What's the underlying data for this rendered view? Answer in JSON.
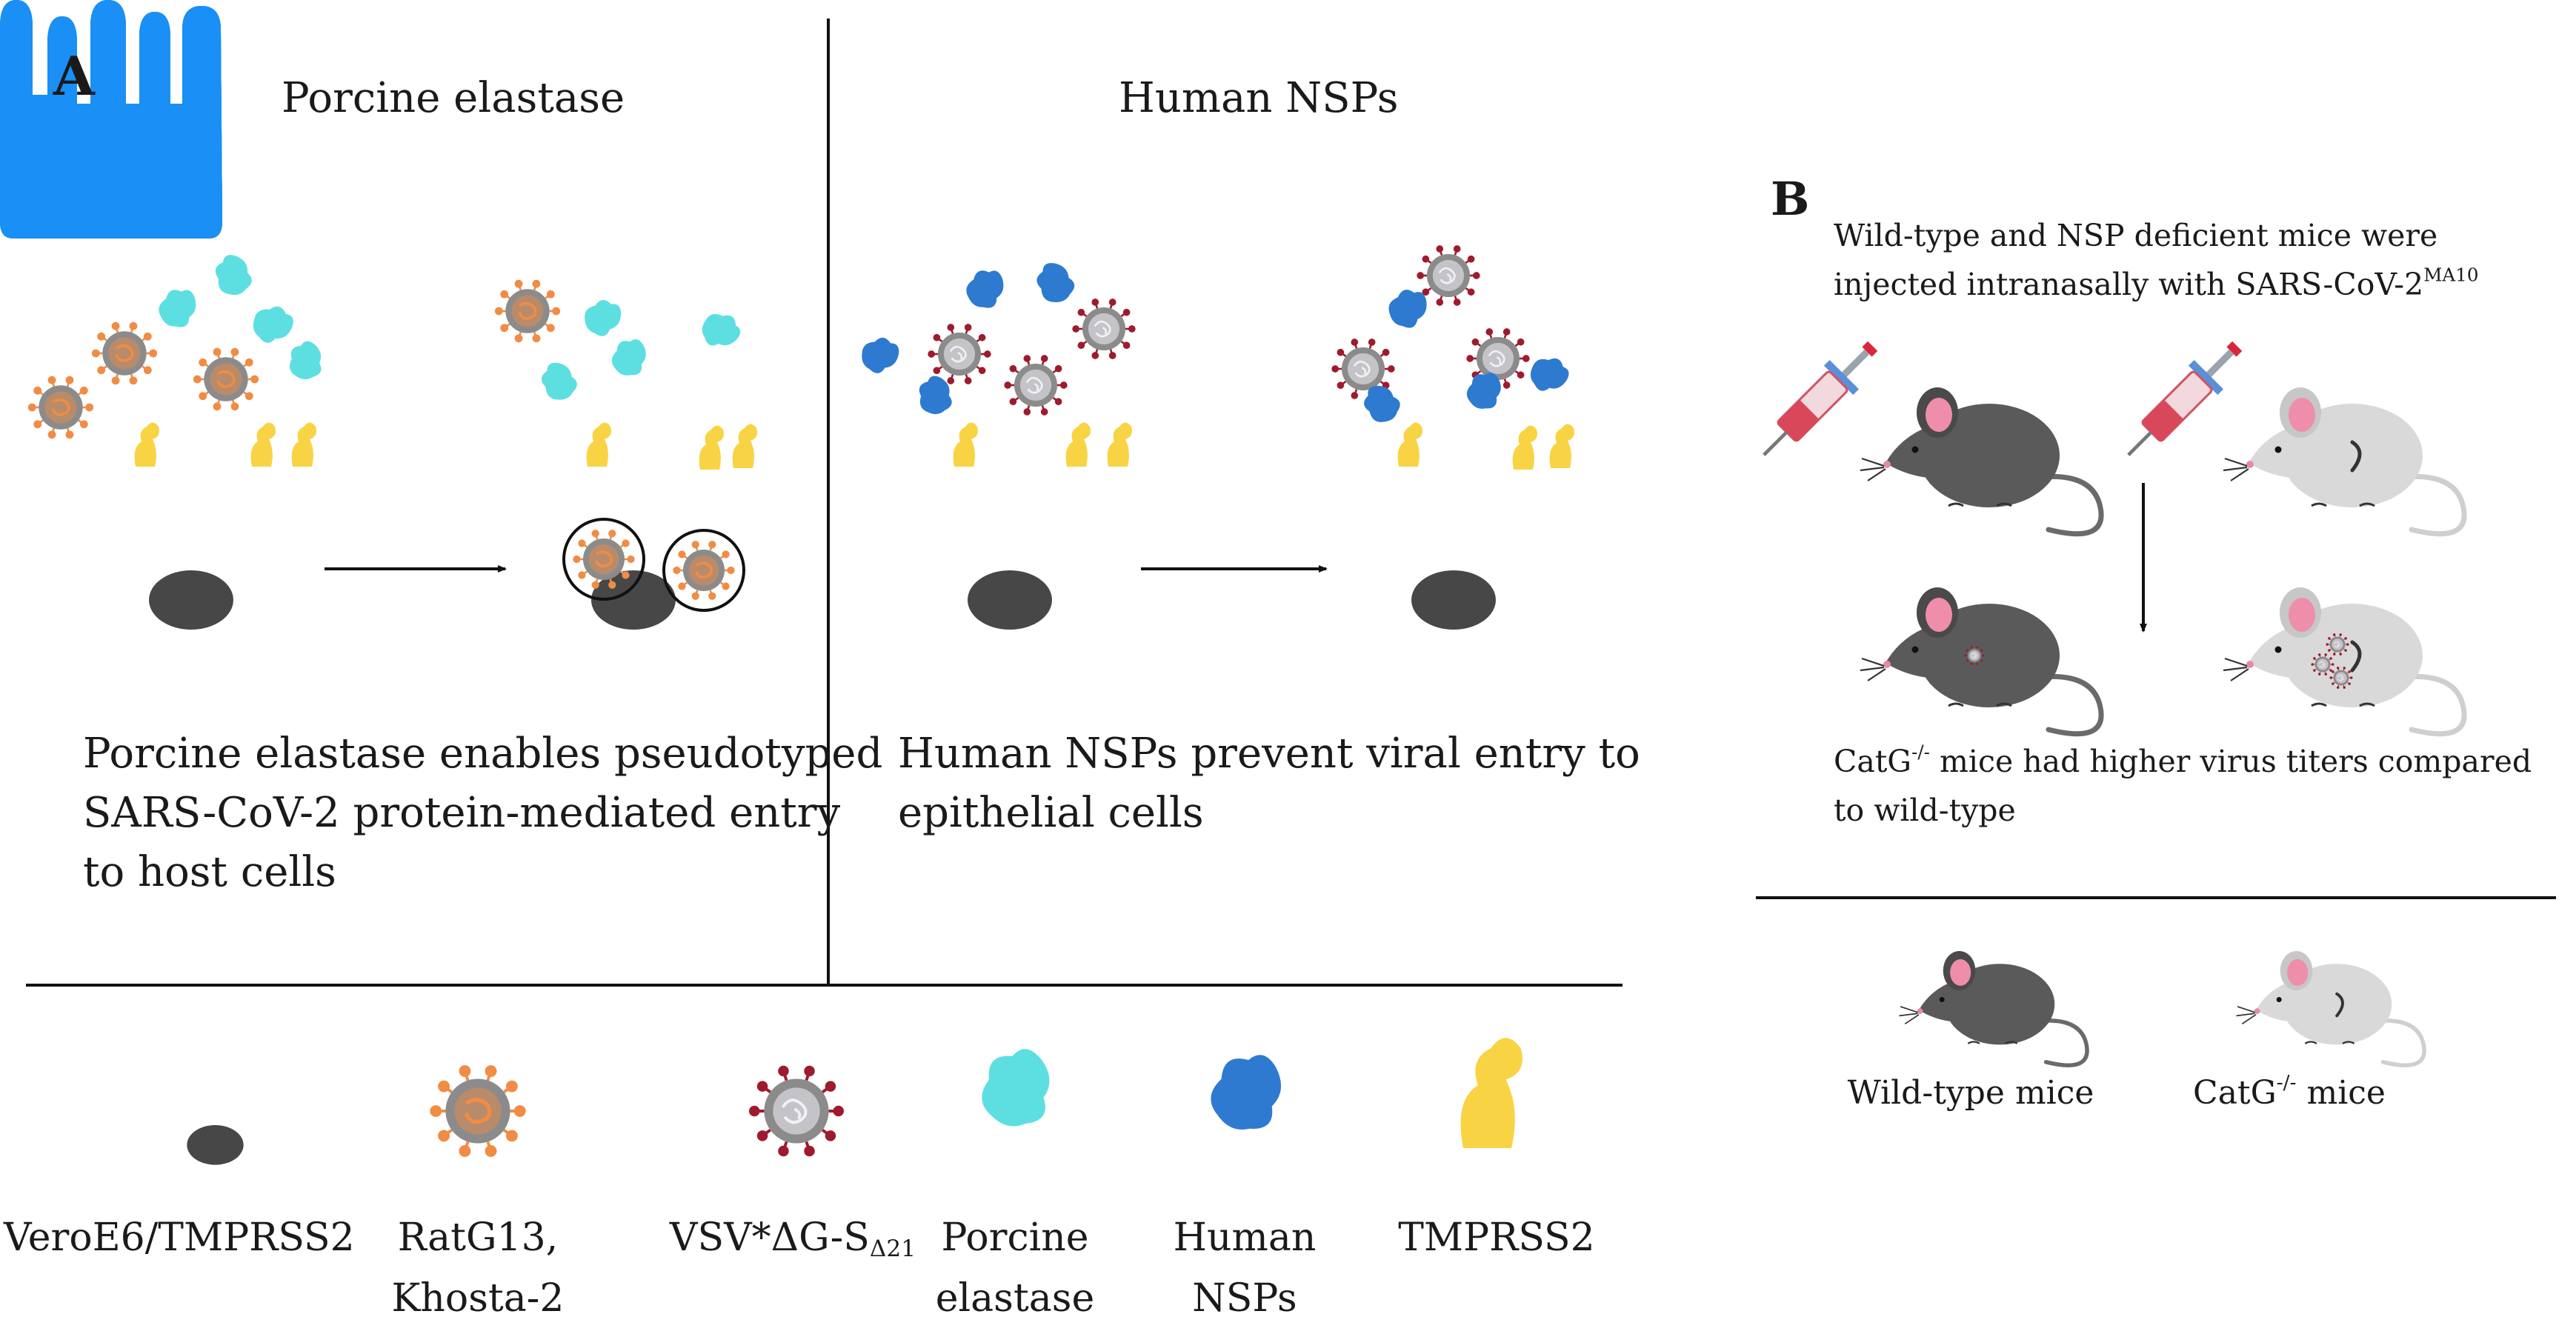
{
  "panel_a": {
    "letter": "A",
    "left_title": "Porcine elastase",
    "right_title": "Human NSPs",
    "left_caption": "Porcine elastase enables pseudotyped\nSARS-CoV-2 protein-mediated entry\nto host cells",
    "right_caption": "Human NSPs prevent viral entry to\nepithelial cells"
  },
  "panel_b": {
    "letter": "B",
    "intro_line1": "Wild-type and NSP deficient mice were",
    "intro_line2_text": "injected intranasally with SARS-CoV-2",
    "intro_line2_sup": "MA10",
    "result_pre": "CatG",
    "result_sup": "-/-",
    "result_post": " mice had higher virus titers compared",
    "result_line2": "to wild-type"
  },
  "legend": {
    "vero_cell": "VeroE6/TMPRSS2",
    "ratg13": "RatG13,\nKhosta-2",
    "vsv_main": "VSV*ΔG-S",
    "vsv_sub": "Δ21",
    "porcine_elastase": "Porcine\nelastase",
    "human_nsps": "Human\nNSPs",
    "tmprss2": "TMPRSS2"
  },
  "legend_b": {
    "wildtype": "Wild-type mice",
    "catg_pre": "CatG",
    "catg_sup": "-/-",
    "catg_post": " mice"
  },
  "colors": {
    "cell_blue": "#1a8ff5",
    "nucleus": "#474747",
    "tmprss2_yellow": "#f8d444",
    "porcine_elastase_cyan": "#5ddfe2",
    "human_nsp_blue": "#2e7ad0",
    "virus_orange": "#f08c44",
    "virus_red": "#9e1b2e",
    "mouse_dark": "#5a5a5a",
    "mouse_light": "#d9d9d9",
    "ear_pink": "#ee8eaa"
  }
}
